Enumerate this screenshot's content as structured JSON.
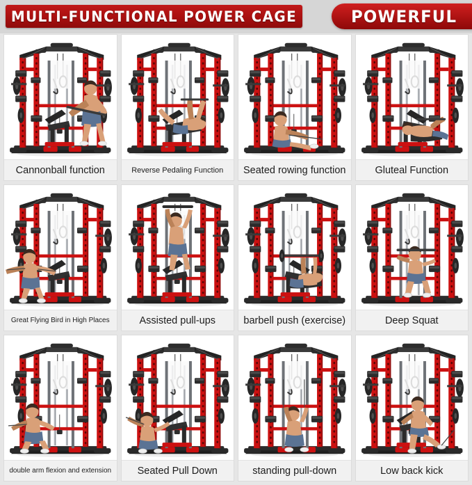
{
  "header": {
    "title_banner": "MULTI-FUNCTIONAL POWER CAGE",
    "badge_banner": "POWERFUL",
    "banner_color": "#b01313",
    "banner_text_color": "#ffffff",
    "background_color": "#d6d6d6"
  },
  "page": {
    "background_color": "#e6e6e6",
    "card_background": "#ffffff",
    "caption_background": "#f1f1f1",
    "caption_text_color": "#1d1d1d",
    "equipment_frame_color": "#cc1111",
    "equipment_steel_color": "#2b2b2b"
  },
  "grid": {
    "columns": 4,
    "rows": 3,
    "cards": [
      {
        "caption": "Cannonball function",
        "size": "md",
        "pose": "standing-row",
        "alt": "Man standing using cannonball grip attachment on red and black power cage"
      },
      {
        "caption": "Reverse Pedaling Function",
        "size": "sm",
        "pose": "reverse-pedal",
        "alt": "Man lying on decline bench reverse pedaling inside power cage"
      },
      {
        "caption": "Seated rowing function",
        "size": "md",
        "pose": "seated-row",
        "alt": "Man seated on floor performing cable rowing with power cage"
      },
      {
        "caption": "Gluteal Function",
        "size": "md",
        "pose": "glute",
        "alt": "Man lying on bench performing glute exercise on power cage"
      },
      {
        "caption": "Great Flying Bird in High Places",
        "size": "xs",
        "pose": "flying-bird",
        "alt": "Man performing high cable fly on power cage"
      },
      {
        "caption": "Assisted pull-ups",
        "size": "md",
        "pose": "assisted-pullup",
        "alt": "Man performing assisted pull-ups on power cage bar"
      },
      {
        "caption": "barbell push  (exercise)",
        "size": "md",
        "pose": "barbell-push",
        "alt": "Man on bench performing barbell bench press in power cage"
      },
      {
        "caption": "Deep Squat",
        "size": "md",
        "pose": "deep-squat",
        "alt": "Man performing deep squat with barbell in power cage"
      },
      {
        "caption": "double arm flexion and extension",
        "size": "xs",
        "pose": "double-arm-curl",
        "alt": "Man performing double arm flexion and extension with cables"
      },
      {
        "caption": "Seated Pull Down",
        "size": "md",
        "pose": "seated-pulldown",
        "alt": "Man seated performing cable pull down on power cage"
      },
      {
        "caption": "standing pull-down",
        "size": "md",
        "pose": "standing-pulldown",
        "alt": "Man standing performing cable pull-down on power cage"
      },
      {
        "caption": "Low back kick",
        "size": "md",
        "pose": "low-back-kick",
        "alt": "Man performing low back kick with ankle strap on power cage"
      }
    ]
  }
}
